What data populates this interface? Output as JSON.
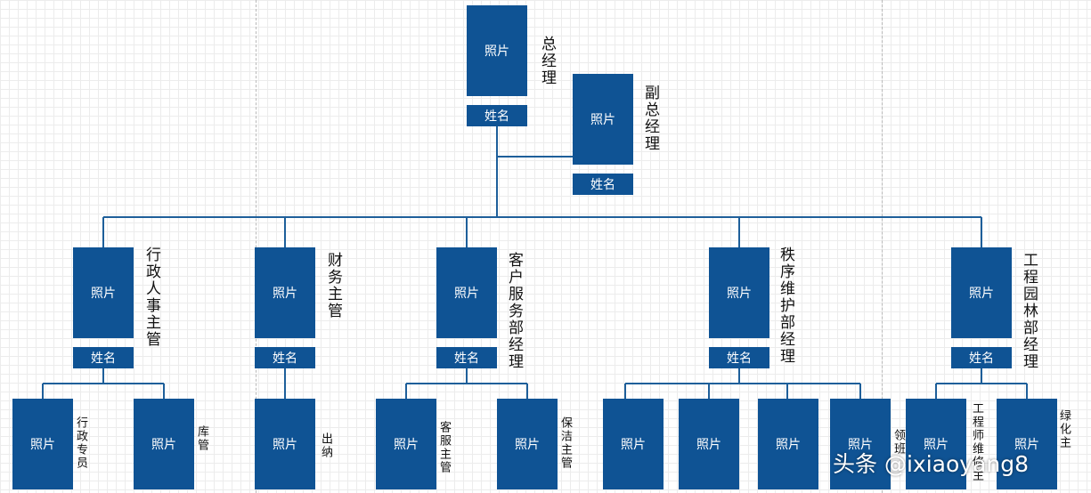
{
  "labels": {
    "photo": "照片",
    "name": "姓名"
  },
  "titles": {
    "gm": "总经理",
    "deputy_gm": "副总经理",
    "admin_hr": "行政人事主管",
    "finance": "财务主管",
    "customer_service": "客户服务部经理",
    "order": "秩序维护部经理",
    "engineering": "工程园林部经理",
    "admin_clerk": "行政专员",
    "warehouse": "库管",
    "cashier": "出纳",
    "cs_supervisor": "客服主管",
    "cleaning_supervisor": "保洁主管",
    "foreman": "领班",
    "engineer": "工程师维修主",
    "greening": "绿化主"
  },
  "watermark": "头条 @ixiaoyang8"
}
